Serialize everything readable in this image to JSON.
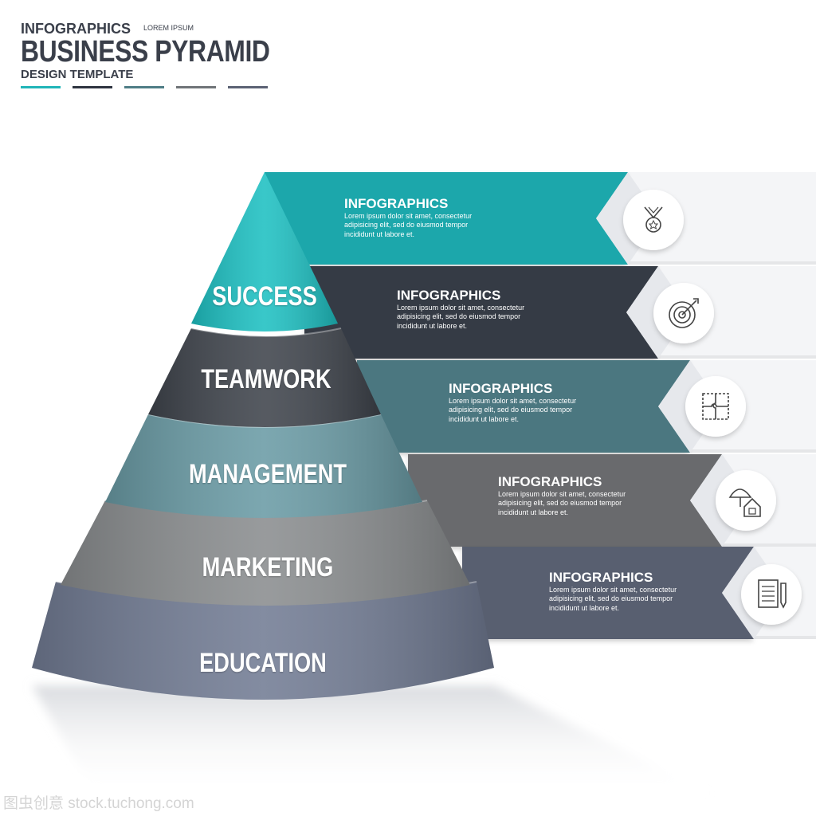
{
  "header": {
    "supertitle": "INFOGRAPHICS",
    "lorem": "LOREM IPSUM",
    "title": "BUSINESS PYRAMID",
    "subtitle": "DESIGN TEMPLATE",
    "bar_colors": [
      "#20b5b8",
      "#2e3440",
      "#4f7d86",
      "#707478",
      "#5c6274"
    ]
  },
  "tiers": [
    {
      "label": "SUCCESS",
      "color": "#1ec0c2"
    },
    {
      "label": "TEAMWORK",
      "color": "#3f444c"
    },
    {
      "label": "MANAGEMENT",
      "color": "#6a9ba5"
    },
    {
      "label": "MARKETING",
      "color": "#8a8d8f"
    },
    {
      "label": "EDUCATION",
      "color": "#727c94"
    }
  ],
  "cards": [
    {
      "title": "INFOGRAPHICS",
      "line1": "Lorem ipsum dolor sit amet, consectetur",
      "line2": "adipisicing elit, sed do eiusmod tempor",
      "line3": "incididunt ut labore et.",
      "icon": "medal-icon",
      "color": "#1aa7ab"
    },
    {
      "title": "INFOGRAPHICS",
      "line1": "Lorem ipsum dolor sit amet, consectetur",
      "line2": "adipisicing elit, sed do eiusmod tempor",
      "line3": "incididunt ut labore et.",
      "icon": "target-icon",
      "color": "#343a44"
    },
    {
      "title": "INFOGRAPHICS",
      "line1": "Lorem ipsum dolor sit amet, consectetur",
      "line2": "adipisicing elit, sed do eiusmod tempor",
      "line3": "incididunt ut labore et.",
      "icon": "puzzle-icon",
      "color": "#4b7780"
    },
    {
      "title": "INFOGRAPHICS",
      "line1": "Lorem ipsum dolor sit amet, consectetur",
      "line2": "adipisicing elit, sed do eiusmod tempor",
      "line3": "incididunt ut labore et.",
      "icon": "umbrella-house-icon",
      "color": "#696b6d"
    },
    {
      "title": "INFOGRAPHICS",
      "line1": "Lorem ipsum dolor sit amet, consectetur",
      "line2": "adipisicing elit, sed do eiusmod tempor",
      "line3": "incididunt ut labore et.",
      "icon": "document-pen-icon",
      "color": "#585e70"
    }
  ],
  "watermark": "图虫创意 stock.tuchong.com"
}
